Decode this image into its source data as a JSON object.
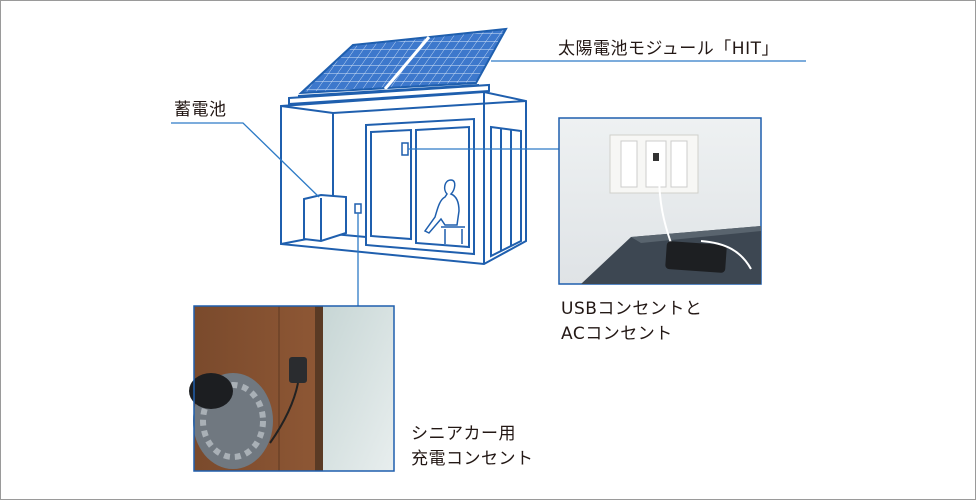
{
  "labels": {
    "solar_module": "太陽電池モジュール「HIT」",
    "storage_battery": "蓄電池",
    "usb_ac_line1": "USBコンセントと",
    "usb_ac_line2": "ACコンセント",
    "senior_car_line1": "シニアカー用",
    "senior_car_line2": "充電コンセント"
  },
  "colors": {
    "line": "#1f5fae",
    "leader": "#2e7bc6",
    "text": "#231815"
  }
}
